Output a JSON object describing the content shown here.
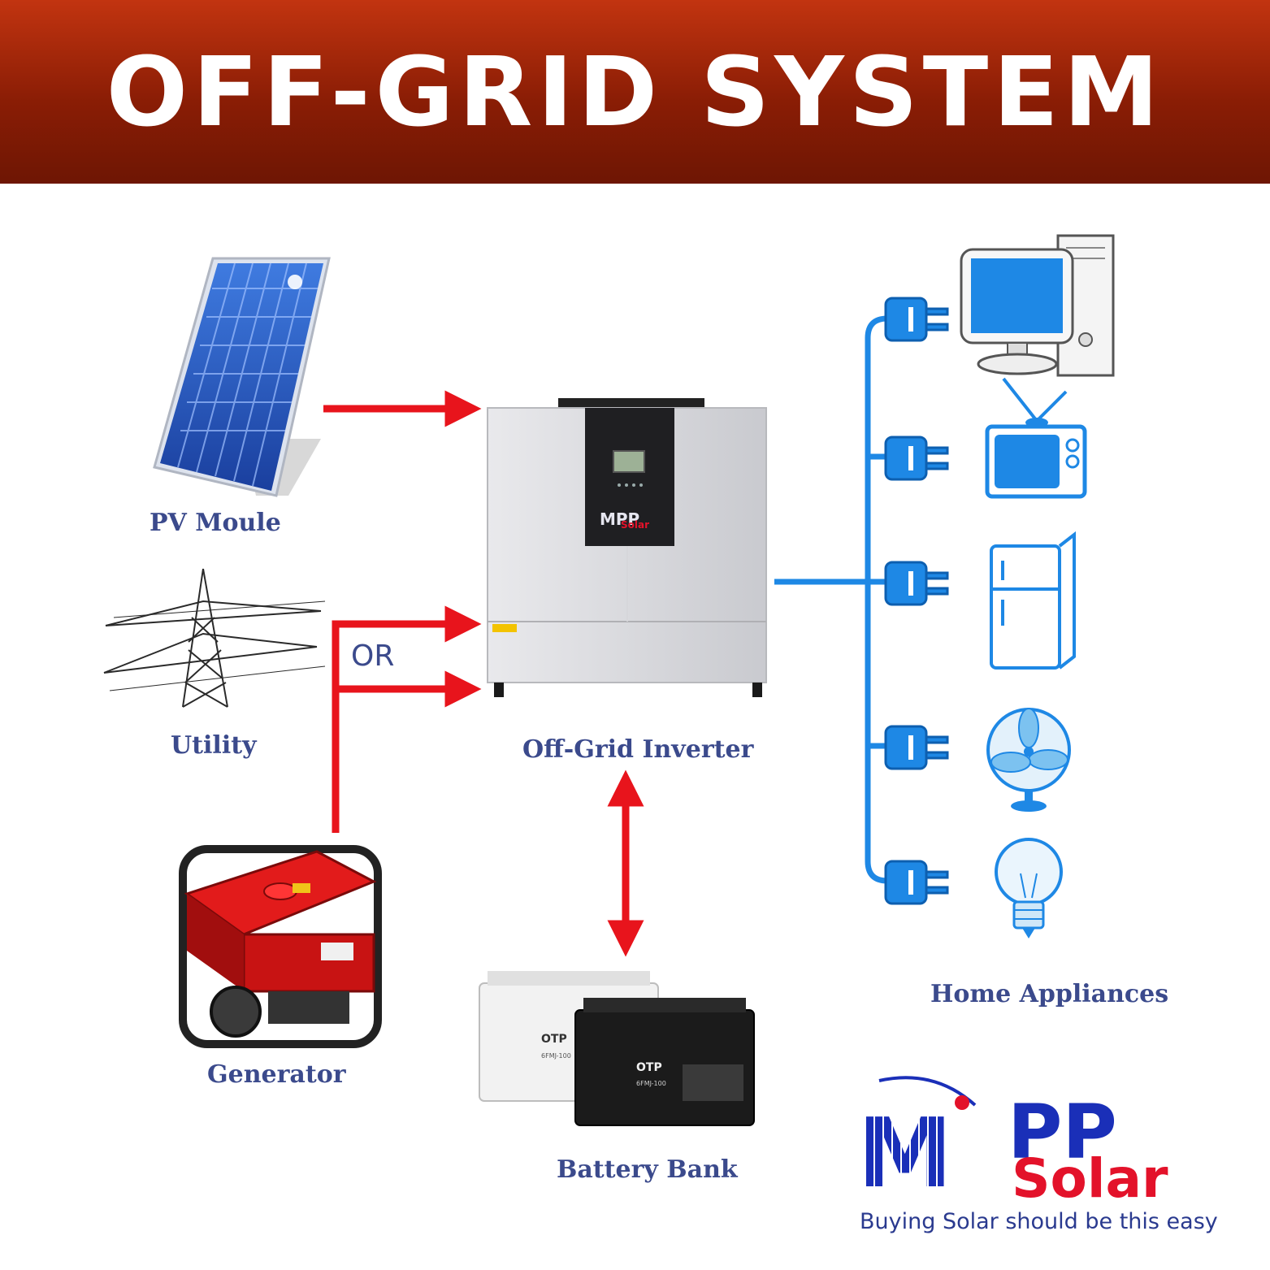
{
  "header": {
    "title": "OFF-GRID SYSTEM"
  },
  "labels": {
    "pv": "PV Moule",
    "utility": "Utility",
    "generator": "Generator",
    "or": "OR",
    "inverter": "Off-Grid Inverter",
    "battery": "Battery Bank",
    "appliances": "Home Appliances"
  },
  "inverter_brand": {
    "top": "MPP",
    "bottom": "Solar"
  },
  "batteries": {
    "brand": "OTP",
    "model": "6FMJ-100"
  },
  "logo": {
    "m": "M",
    "pp": "PP",
    "solar": "Solar",
    "tagline": "Buying Solar should be this easy"
  },
  "colors": {
    "banner": "#a8280a",
    "arrows": "#e8141c",
    "wires": "#1e88e5",
    "labels": "#3b4a8c",
    "logo_blue": "#1a2fb8",
    "logo_red": "#e3122a"
  },
  "icons": [
    "solar-panel-icon",
    "power-tower-icon",
    "generator-icon",
    "inverter-icon",
    "battery-icon",
    "computer-icon",
    "tv-icon",
    "fridge-icon",
    "fan-icon",
    "bulb-icon",
    "plug-icon"
  ]
}
